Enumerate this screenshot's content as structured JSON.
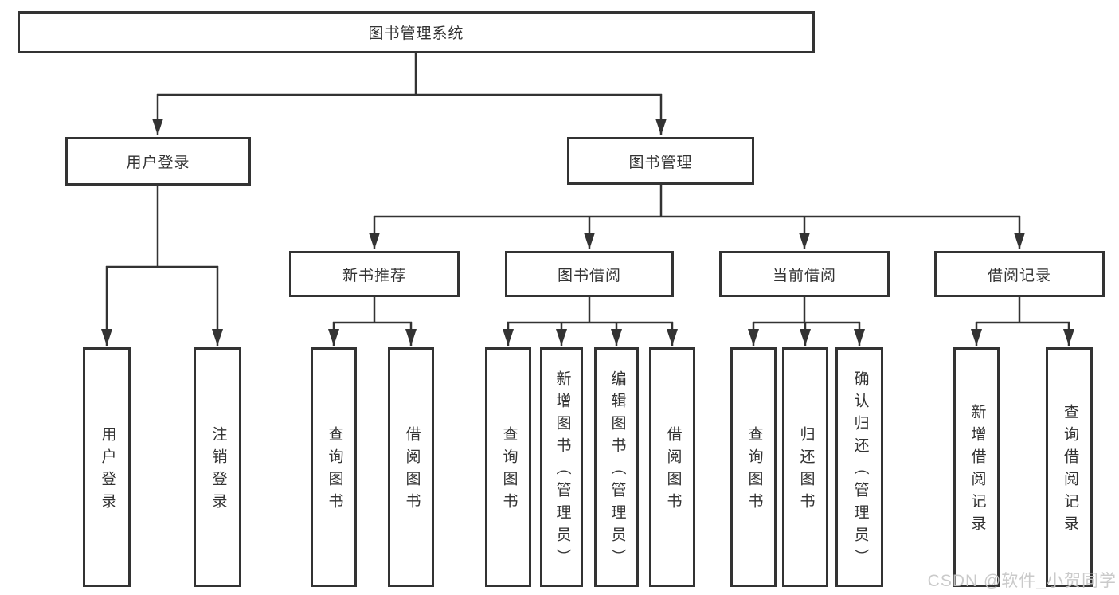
{
  "colors": {
    "line": "#333333",
    "box_border": "#333333",
    "text": "#333333",
    "background": "#ffffff",
    "watermark": "#c6c6c6"
  },
  "watermark": {
    "text": "CSDN @软件_小贺同学"
  },
  "tree": {
    "label": "图书管理系统",
    "children": [
      {
        "label": "用户登录",
        "children": [
          {
            "label": "用户登录"
          },
          {
            "label": "注销登录"
          }
        ]
      },
      {
        "label": "图书管理",
        "children": [
          {
            "label": "新书推荐",
            "children": [
              {
                "label": "查询图书"
              },
              {
                "label": "借阅图书"
              }
            ]
          },
          {
            "label": "图书借阅",
            "children": [
              {
                "label": "查询图书"
              },
              {
                "label": "新增图书（管理员）"
              },
              {
                "label": "编辑图书（管理员）"
              },
              {
                "label": "借阅图书"
              }
            ]
          },
          {
            "label": "当前借阅",
            "children": [
              {
                "label": "查询图书"
              },
              {
                "label": "归还图书"
              },
              {
                "label": "确认归还（管理员）"
              }
            ]
          },
          {
            "label": "借阅记录",
            "children": [
              {
                "label": "新增借阅记录"
              },
              {
                "label": "查询借阅记录"
              }
            ]
          }
        ]
      }
    ]
  }
}
